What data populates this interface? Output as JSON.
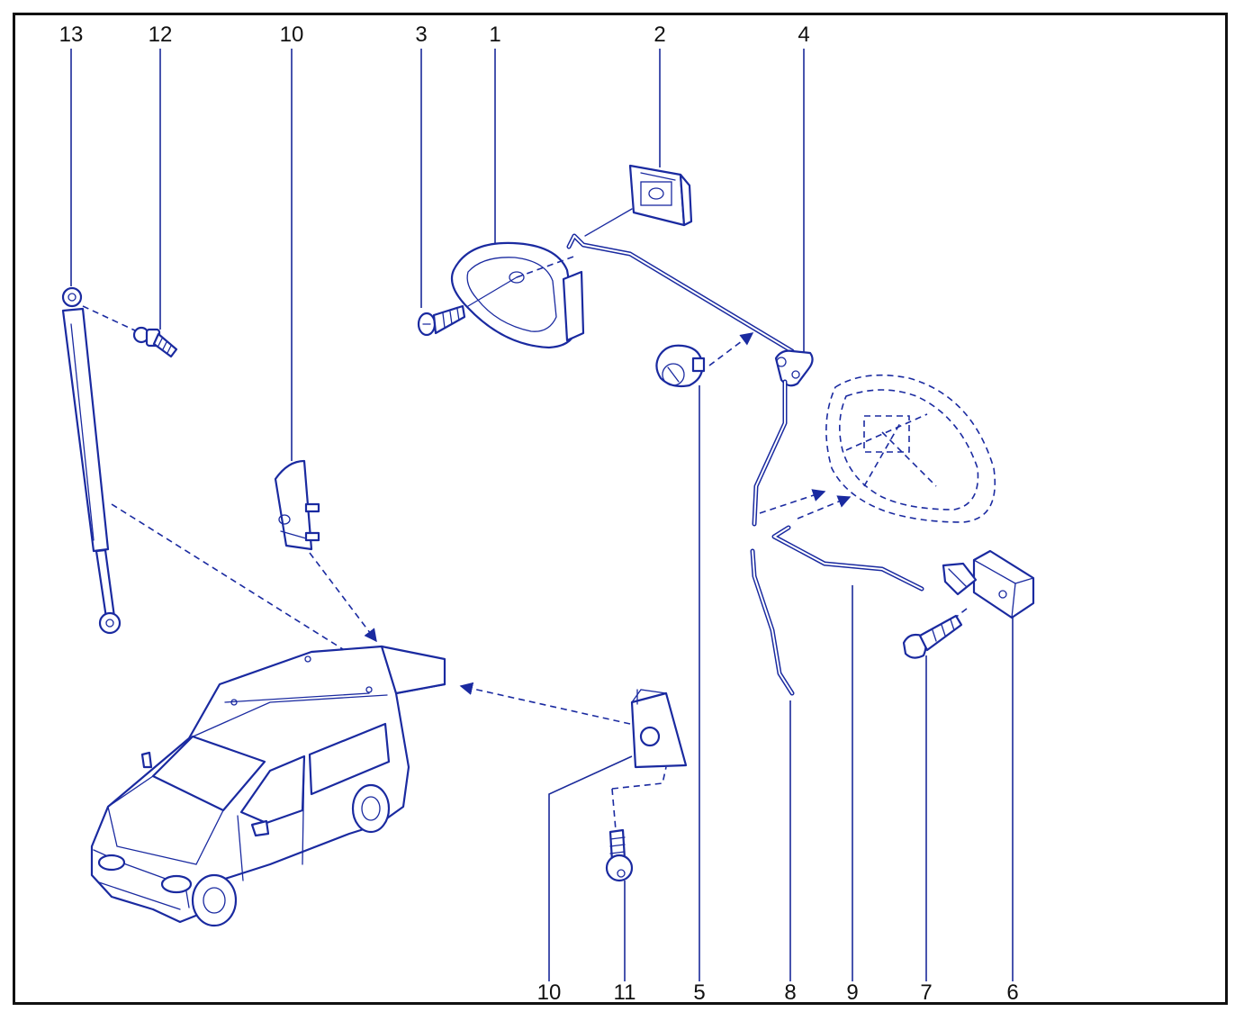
{
  "callouts": {
    "top": {
      "c13": "13",
      "c12": "12",
      "c10": "10",
      "c3": "3",
      "c1": "1",
      "c2": "2",
      "c4": "4"
    },
    "bottom": {
      "c10": "10",
      "c11": "11",
      "c5": "5",
      "c8": "8",
      "c9": "9",
      "c7": "7",
      "c6": "6"
    }
  }
}
